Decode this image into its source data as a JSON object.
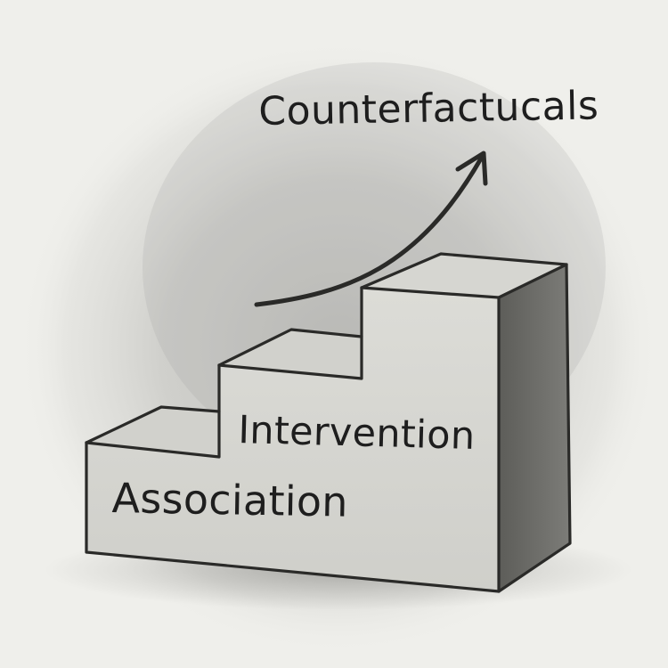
{
  "diagram": {
    "levels": [
      {
        "label": "Association"
      },
      {
        "label": "Intervention"
      },
      {
        "label": "Counterfactucals"
      }
    ]
  },
  "colors": {
    "paper": "#efefeb",
    "wash": "#8c8c88",
    "ink": "#1e1e1e",
    "side_face": "#6f6f6b",
    "top_face": "#d4d4cf",
    "front_face": "#d8d8d3"
  }
}
